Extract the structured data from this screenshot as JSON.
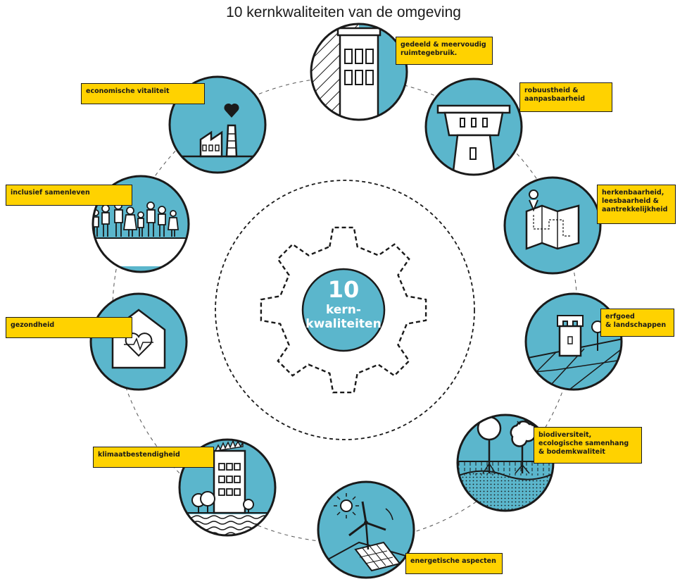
{
  "title": "10 kernkwaliteiten van de omgeving",
  "center": {
    "number": "10",
    "line1": "kern-",
    "line2": "kwaliteiten"
  },
  "qualities": [
    {
      "id": "ruimtegebruik",
      "label": "gedeeld & meervoudig\nruimtegebruik.",
      "icon": "tall-building-icon"
    },
    {
      "id": "robuustheid",
      "label": "robuustheid &\naanpasbaarheid",
      "icon": "water-tower-icon"
    },
    {
      "id": "herkenbaarheid",
      "label": "herkenbaarheid,\nleesbaarheid &\naantrekkelijkheid",
      "icon": "folded-map-icon"
    },
    {
      "id": "erfgoed",
      "label": "erfgoed\n& landschappen",
      "icon": "castle-tower-icon"
    },
    {
      "id": "biodiversiteit",
      "label": "biodiversiteit,\necologische samenhang\n& bodemkwaliteit",
      "icon": "trees-roots-icon"
    },
    {
      "id": "energie",
      "label": "energetische aspecten",
      "icon": "wind-solar-icon"
    },
    {
      "id": "klimaat",
      "label": "klimaatbestendigheid",
      "icon": "green-roof-building-icon"
    },
    {
      "id": "gezondheid",
      "label": "gezondheid",
      "icon": "house-heart-icon"
    },
    {
      "id": "inclusief",
      "label": "inclusief samenleven",
      "icon": "people-group-icon"
    },
    {
      "id": "economie",
      "label": "economische vitaliteit",
      "icon": "factory-heart-icon"
    }
  ],
  "colors": {
    "circle": "#5bb6cc",
    "label": "#ffd200",
    "ink": "#1a1a1a"
  }
}
